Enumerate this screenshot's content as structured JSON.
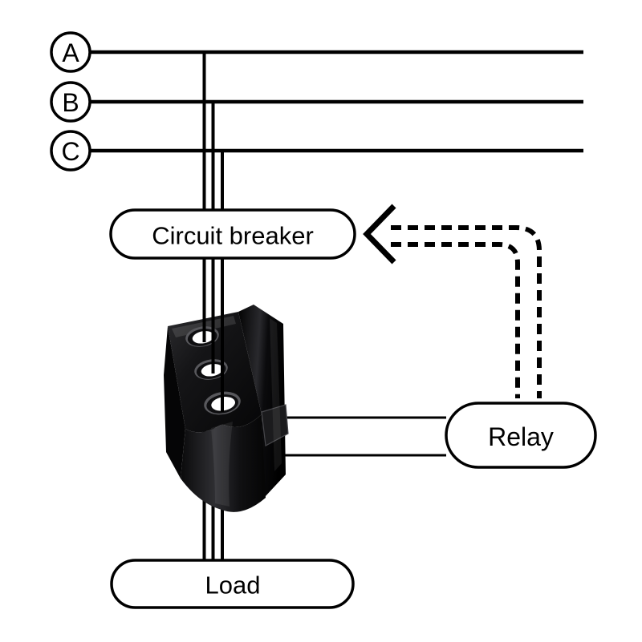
{
  "theme": {
    "bg": "#ffffff",
    "line": "#000000",
    "node-fill": "#ffffff",
    "node-stroke": "#000000",
    "text": "#000000",
    "device-dark": "#050506",
    "device-body": "#141416",
    "device-sheen": "#3c3c40"
  },
  "phases": {
    "a": {
      "label": "A"
    },
    "b": {
      "label": "B"
    },
    "c": {
      "label": "C"
    }
  },
  "components": {
    "circuit_breaker": {
      "label": "Circuit breaker"
    },
    "relay": {
      "label": "Relay"
    },
    "load": {
      "label": "Load"
    }
  },
  "icons": {
    "current_transformer": "three-phase-current-transformer-icon",
    "trip_arrow": "left-arrow-icon",
    "trip_signal": "dashed-signal-path"
  }
}
